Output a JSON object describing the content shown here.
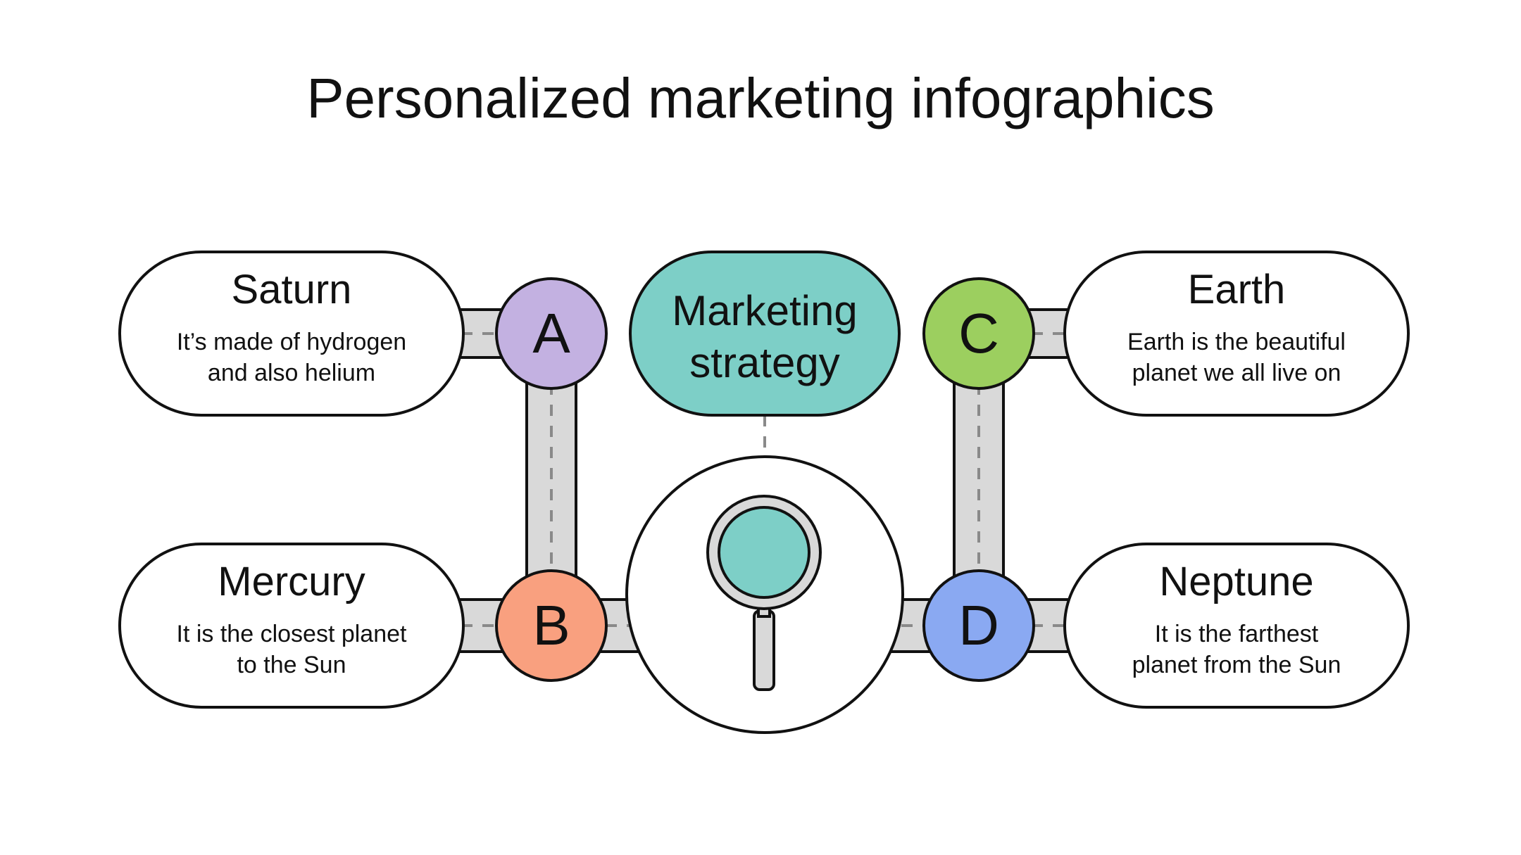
{
  "title": "Personalized marketing infographics",
  "center": {
    "label_line1": "Marketing",
    "label_line2": "strategy",
    "icon": "magnifying-glass-icon"
  },
  "items": [
    {
      "letter": "A",
      "title": "Saturn",
      "desc_line1": "It’s made of hydrogen",
      "desc_line2": "and also helium"
    },
    {
      "letter": "B",
      "title": "Mercury",
      "desc_line1": "It is the closest planet",
      "desc_line2": "to the Sun"
    },
    {
      "letter": "C",
      "title": "Earth",
      "desc_line1": "Earth is the beautiful",
      "desc_line2": "planet we all live on"
    },
    {
      "letter": "D",
      "title": "Neptune",
      "desc_line1": "It is the farthest",
      "desc_line2": "planet from the Sun"
    }
  ],
  "colors": {
    "a": "#c3b1e1",
    "b": "#f9a07f",
    "c": "#9ccf5f",
    "d": "#8aa9f2",
    "teal": "#7dcfc7",
    "connector": "#d9d9d9",
    "outline": "#111111"
  }
}
